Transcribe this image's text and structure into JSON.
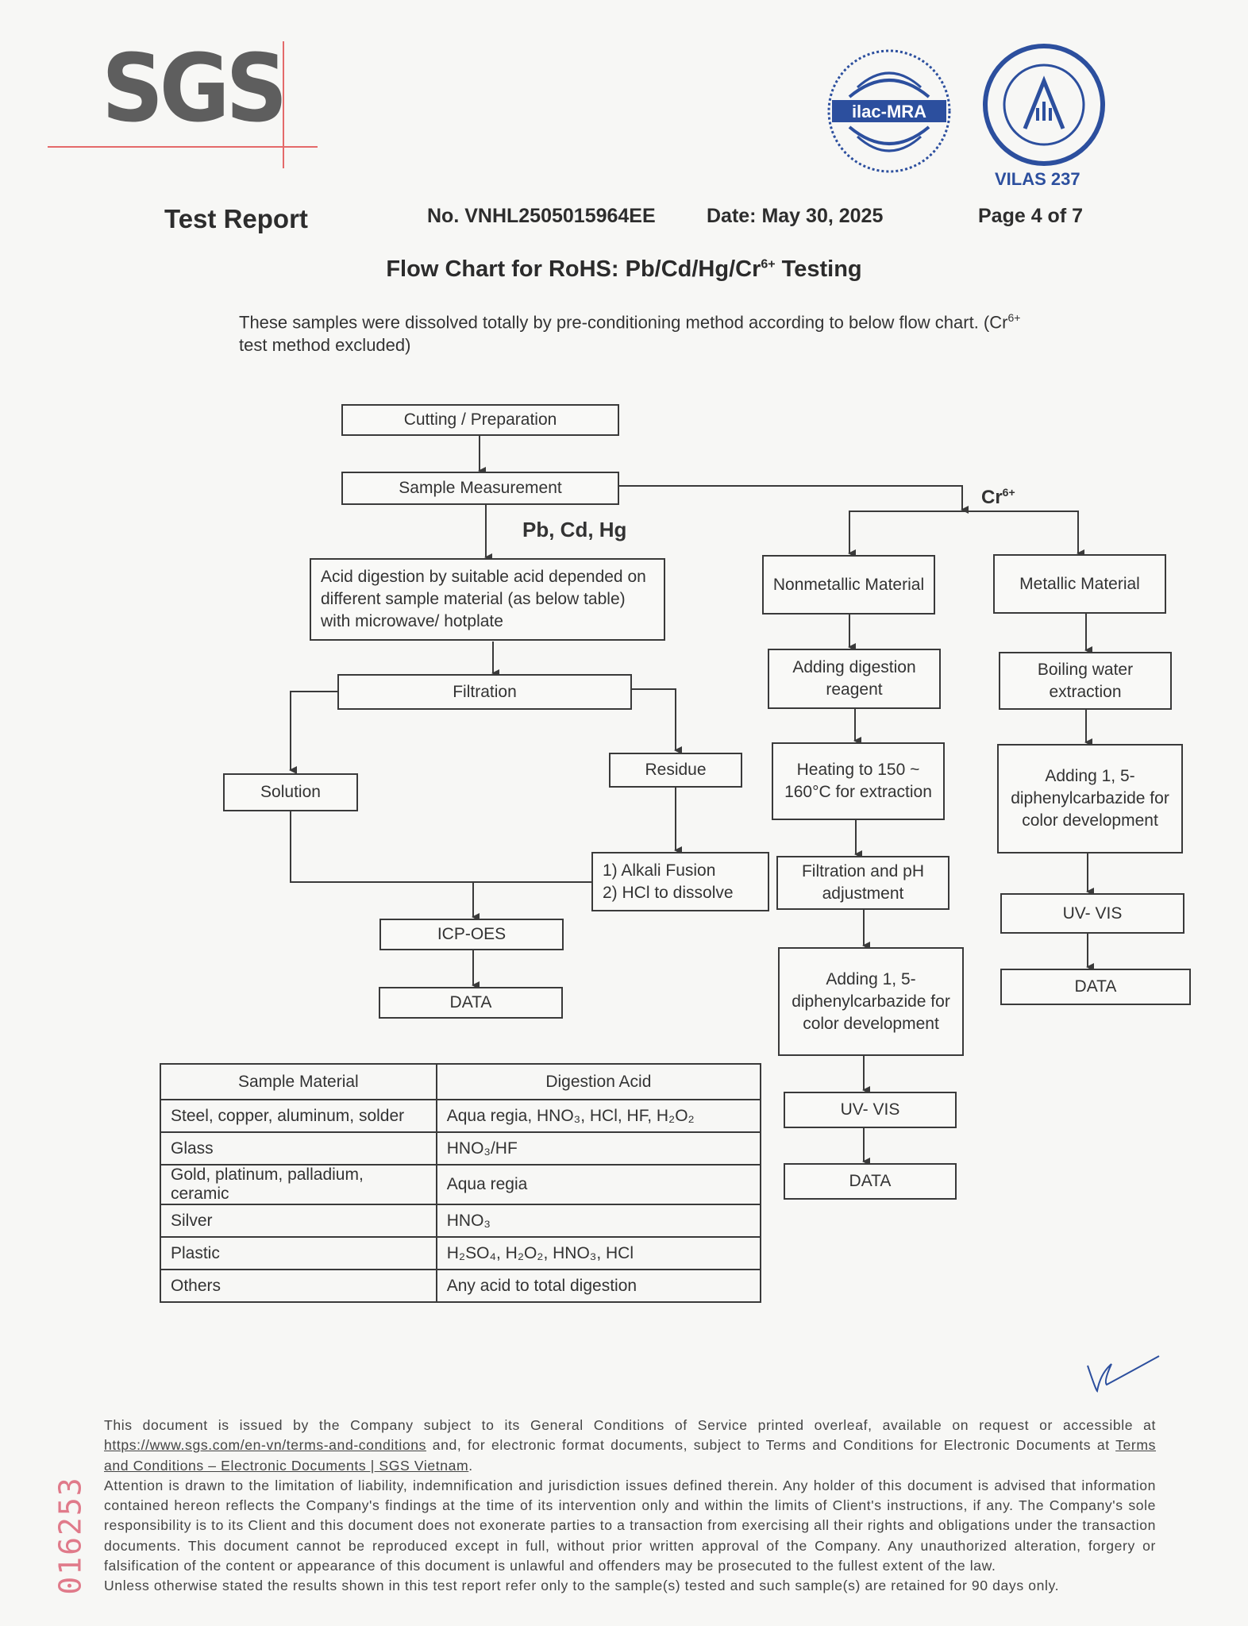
{
  "header": {
    "logo_text": "SGS",
    "accreditation": "VILAS 237",
    "report_label": "Test Report",
    "report_no": "No. VNHL2505015964EE",
    "date": "Date: May 30, 2025",
    "page": "Page 4 of 7"
  },
  "chart_title": "Flow Chart for RoHS: Pb/Cd/Hg/Cr",
  "chart_title_sup": "6+",
  "chart_title_suffix": " Testing",
  "intro": {
    "line1": "These samples were dissolved totally by pre-conditioning method according to below flow chart. (Cr",
    "sup": "6+",
    "line2": "test method excluded)"
  },
  "flow": {
    "cutting": "Cutting / Preparation",
    "measurement": "Sample Measurement",
    "label_pbcdhg": "Pb, Cd, Hg",
    "label_cr": "Cr",
    "label_cr_sup": "6+",
    "acid": "Acid digestion by suitable acid depended on different sample material (as below table) with microwave/ hotplate",
    "filtration": "Filtration",
    "solution": "Solution",
    "residue": "Residue",
    "alkali_1": "1)   Alkali Fusion",
    "alkali_2": "2)   HCl to dissolve",
    "icp": "ICP-OES",
    "data_left": "DATA",
    "nonmetallic": "Nonmetallic Material",
    "metallic": "Metallic Material",
    "adding_reagent": "Adding digestion reagent",
    "heating": "Heating to 150 ~ 160°C for extraction",
    "filtration_ph": "Filtration and pH adjustment",
    "adding_dpc_nm": "Adding 1, 5-diphenylcarbazide for color development",
    "uvvis_nm": "UV- VIS",
    "data_nm": "DATA",
    "boiling": "Boiling water extraction",
    "adding_dpc_m": "Adding 1, 5-diphenylcarbazide for color development",
    "uvvis_m": "UV- VIS",
    "data_m": "DATA"
  },
  "table": {
    "headers": [
      "Sample Material",
      "Digestion Acid"
    ],
    "rows": [
      [
        "Steel, copper, aluminum, solder",
        "Aqua regia, HNO₃, HCl, HF, H₂O₂"
      ],
      [
        "Glass",
        "HNO₃/HF"
      ],
      [
        "Gold, platinum, palladium, ceramic",
        "Aqua regia"
      ],
      [
        "Silver",
        "HNO₃"
      ],
      [
        "Plastic",
        "H₂SO₄, H₂O₂, HNO₃, HCl"
      ],
      [
        "Others",
        "Any acid to total digestion"
      ]
    ]
  },
  "footer": {
    "p1a": "This document is issued by the Company subject to its General Conditions of Service printed overleaf, available on request or accessible at",
    "p1_link": "https://www.sgs.com/en-vn/terms-and-conditions",
    "p1b": " and, for electronic format documents, subject to Terms and Conditions for Electronic Documents at ",
    "p1_link2": "Terms and Conditions – Electronic Documents | SGS Vietnam",
    "p1c": ".",
    "p2": "Attention is drawn to the limitation of liability, indemnification and jurisdiction issues defined therein. Any holder of this document is advised that information contained hereon reflects the Company's findings at the time of its intervention only and within the limits of Client's instructions, if any. The Company's sole responsibility is to its Client and this document does not exonerate parties to a transaction from exercising all their rights and obligations under the transaction documents. This document cannot be reproduced except in full, without prior written approval of the Company. Any unauthorized alteration, forgery or falsification of the content or appearance of this document is unlawful and offenders may be prosecuted to the fullest extent of the law.",
    "p3": "Unless otherwise stated the results shown in this test report refer only to the sample(s) tested and such sample(s) are retained for 90 days only."
  },
  "serial": "016253",
  "colors": {
    "accreditation_blue": "#2c4f9e",
    "logo_gray": "#5e5e5e",
    "serial_pink": "#e07a8a"
  }
}
